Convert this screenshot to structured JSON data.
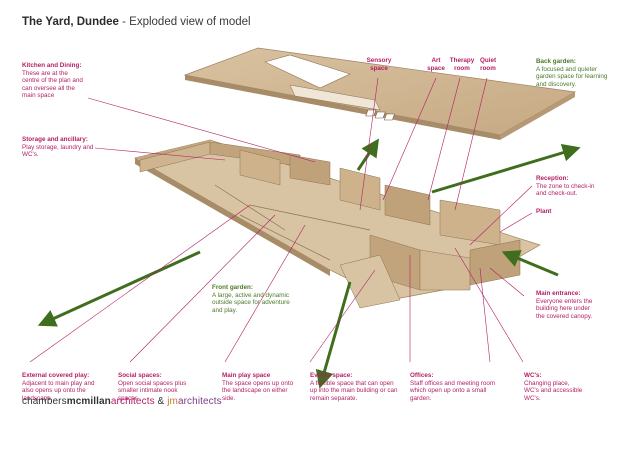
{
  "header": {
    "title_bold": "The Yard, Dundee",
    "title_rest": " - Exploded view of model"
  },
  "labels": {
    "kitchen": {
      "heading": "Kitchen and Dining:",
      "lines": [
        "These are at the",
        "centre of the plan and",
        "can oversee all the",
        "main space"
      ]
    },
    "storage": {
      "heading": "Storage and ancillary:",
      "lines": [
        "Play storage, laundry and",
        "WC's."
      ]
    },
    "sensory": {
      "lines": [
        "Sensory",
        "space"
      ]
    },
    "art": {
      "lines": [
        "Art",
        "space"
      ]
    },
    "therapy": {
      "lines": [
        "Therapy",
        "room"
      ]
    },
    "quiet": {
      "lines": [
        "Quiet",
        "room"
      ]
    },
    "back_garden": {
      "heading": "Back garden:",
      "lines": [
        "A focused and quieter",
        "garden space for learning",
        "and discovery."
      ]
    },
    "reception": {
      "heading": "Reception:",
      "lines": [
        "The zone to check-in",
        "and check-out."
      ]
    },
    "plant": {
      "heading": "Plant"
    },
    "front_garden": {
      "heading": "Front garden:",
      "lines": [
        "A large, active and dynamic",
        "outside space for adventure",
        "and play."
      ]
    },
    "main_entrance": {
      "heading": "Main entrance:",
      "lines": [
        "Everyone enters the",
        "building here under",
        "the covered canopy."
      ]
    },
    "external": {
      "heading": "External covered play:",
      "lines": [
        "Adjacent to main play and",
        "also opens up onto the",
        "landscape."
      ]
    },
    "social": {
      "heading": "Social spaces:",
      "lines": [
        "Open social spaces plus",
        "smaller intimate nook",
        "spaces"
      ]
    },
    "main_play": {
      "heading": "Main play space",
      "lines": [
        "The space opens up onto",
        "the landscape on either",
        "side."
      ]
    },
    "events": {
      "heading": "Events space:",
      "lines": [
        "A flexible space that can open",
        "up into the main building or can",
        "remain separate."
      ]
    },
    "offices": {
      "heading": "Offices:",
      "lines": [
        "Staff offices and meeting room",
        "which open up onto a small",
        "garden."
      ]
    },
    "wcs": {
      "heading": "WC's:",
      "lines": [
        "Changing place,",
        "WC's and accessible",
        "WC's."
      ]
    }
  },
  "footer": {
    "part1": "chambers",
    "part2": "mcmillan",
    "part3": "architects",
    "part4": " & ",
    "part5": "jm",
    "part6": "architects"
  },
  "colors": {
    "magenta": "#b21f64",
    "green": "#4b7a2a",
    "arrow_green": "#3f6e1e",
    "model": "#c9ad8a"
  }
}
